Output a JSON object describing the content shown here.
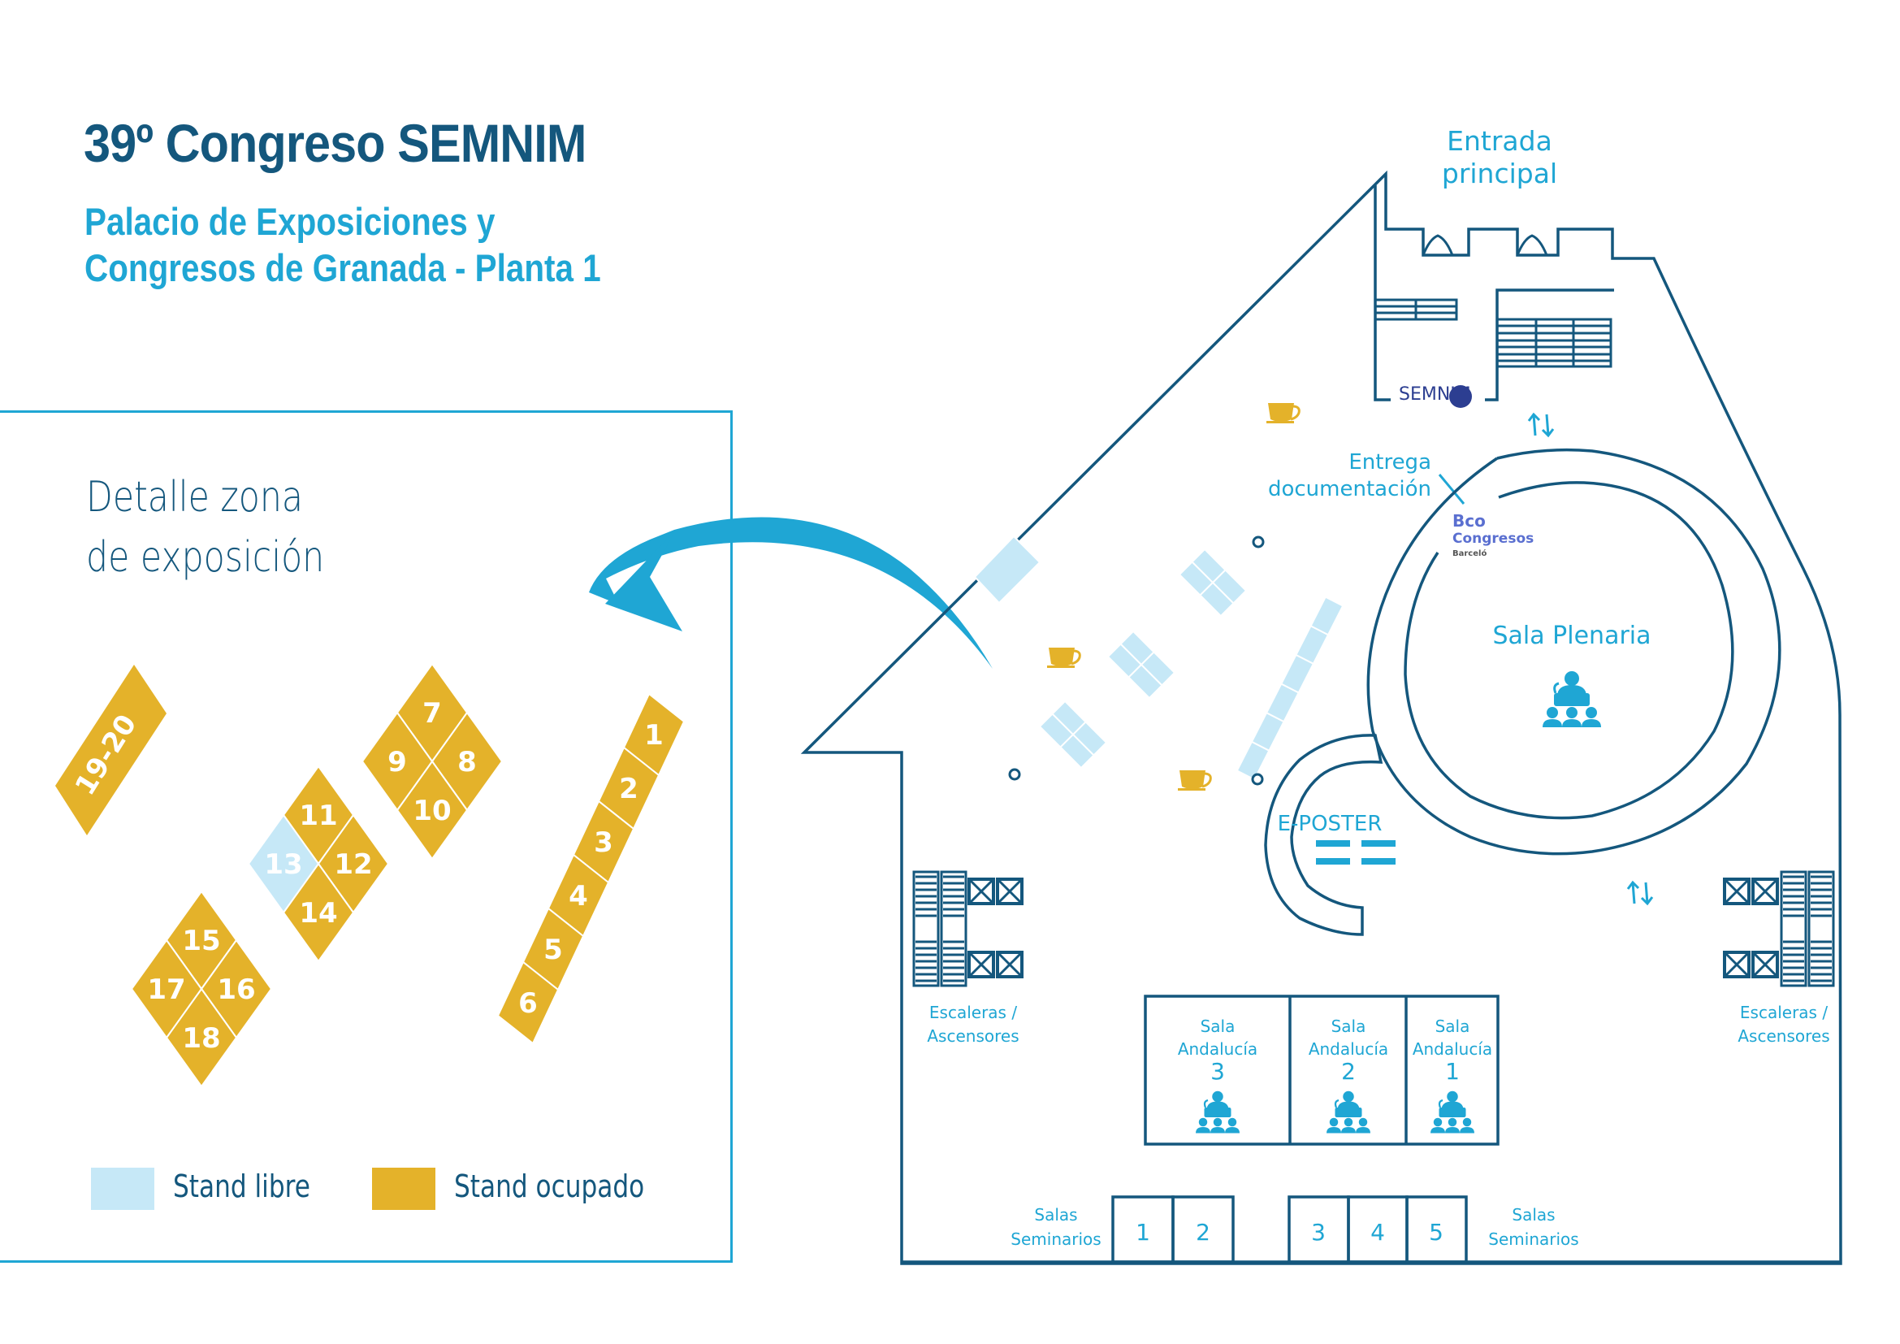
{
  "header": {
    "title": "39º Congreso SEMNIM",
    "subtitle_line1": "Palacio de Exposiciones y",
    "subtitle_line2": "Congresos de Granada - Planta 1"
  },
  "detail": {
    "title_line1": "Detalle zona",
    "title_line2": "de exposición",
    "stands": [
      {
        "id": "1",
        "status": "ocupado"
      },
      {
        "id": "2",
        "status": "ocupado"
      },
      {
        "id": "3",
        "status": "ocupado"
      },
      {
        "id": "4",
        "status": "ocupado"
      },
      {
        "id": "5",
        "status": "ocupado"
      },
      {
        "id": "6",
        "status": "ocupado"
      },
      {
        "id": "7",
        "status": "ocupado"
      },
      {
        "id": "8",
        "status": "ocupado"
      },
      {
        "id": "9",
        "status": "ocupado"
      },
      {
        "id": "10",
        "status": "ocupado"
      },
      {
        "id": "11",
        "status": "ocupado"
      },
      {
        "id": "12",
        "status": "ocupado"
      },
      {
        "id": "13",
        "status": "libre"
      },
      {
        "id": "14",
        "status": "ocupado"
      },
      {
        "id": "15",
        "status": "ocupado"
      },
      {
        "id": "16",
        "status": "ocupado"
      },
      {
        "id": "17",
        "status": "ocupado"
      },
      {
        "id": "18",
        "status": "ocupado"
      },
      {
        "id": "19-20",
        "status": "ocupado"
      }
    ],
    "legend": {
      "free_label": "Stand libre",
      "occupied_label": "Stand ocupado"
    }
  },
  "colors": {
    "free": "#c6e8f7",
    "occupied": "#e4b22a",
    "outline": "#14577d",
    "accent": "#1fa6d4"
  },
  "map": {
    "entrance": {
      "line1": "Entrada",
      "line2": "principal"
    },
    "registration": {
      "line1": "Entrega",
      "line2": "documentación"
    },
    "plenary": "Sala Plenaria",
    "eposter": "E-POSTER",
    "stairs_left": {
      "line1": "Escaleras /",
      "line2": "Ascensores"
    },
    "stairs_right": {
      "line1": "Escaleras /",
      "line2": "Ascensores"
    },
    "andalucia_rooms": [
      {
        "line1": "Sala",
        "line2": "Andalucía",
        "number": "3"
      },
      {
        "line1": "Sala",
        "line2": "Andalucía",
        "number": "2"
      },
      {
        "line1": "Sala",
        "line2": "Andalucía",
        "number": "1"
      }
    ],
    "seminar_label_left": {
      "line1": "Salas",
      "line2": "Seminarios"
    },
    "seminar_label_right": {
      "line1": "Salas",
      "line2": "Seminarios"
    },
    "seminar_rooms": [
      "1",
      "2",
      "3",
      "4",
      "5"
    ],
    "logos": {
      "semnim": "SEMNIM",
      "bco_line1": "Bco",
      "bco_line2": "Congresos",
      "bco_line3": "Barceló"
    }
  }
}
